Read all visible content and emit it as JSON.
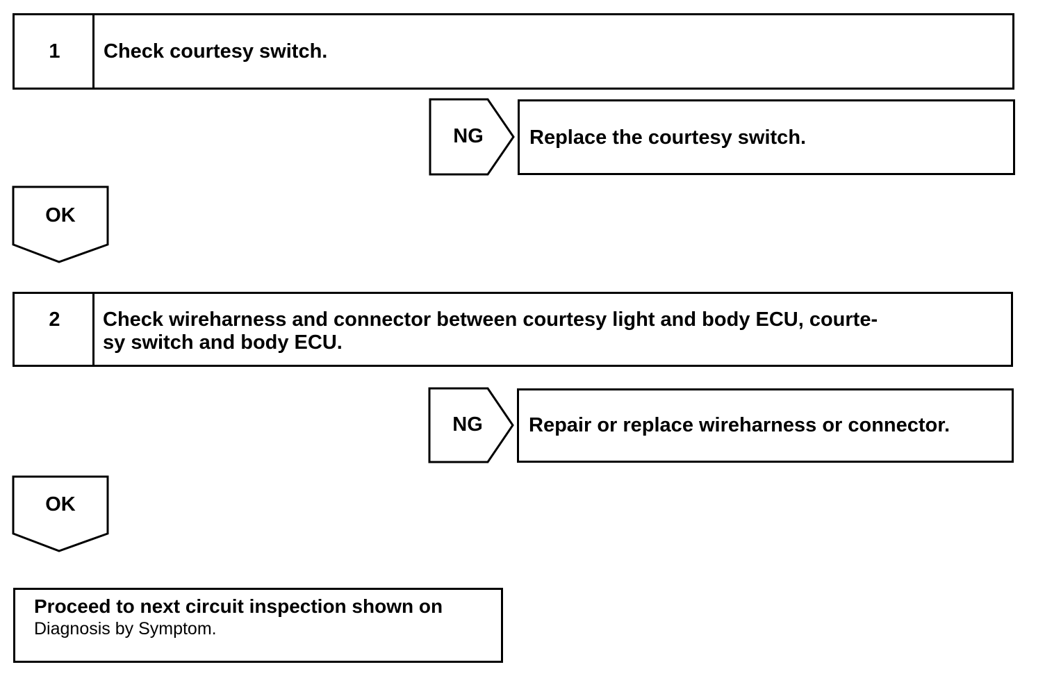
{
  "steps": [
    {
      "number": "1",
      "text": "Check courtesy switch."
    },
    {
      "number": "2",
      "text_line1": "Check wireharness and connector between courtesy light and body ECU, courte-",
      "text_line2": "sy switch and body ECU."
    }
  ],
  "ng_branches": [
    {
      "tag": "NG",
      "action": "Replace the courtesy switch."
    },
    {
      "tag": "NG",
      "action": "Repair or replace wireharness or connector."
    }
  ],
  "ok_labels": [
    "OK",
    "OK"
  ],
  "final": {
    "line1": "Proceed to next circuit inspection shown on",
    "line2": "Diagnosis by Symptom."
  }
}
